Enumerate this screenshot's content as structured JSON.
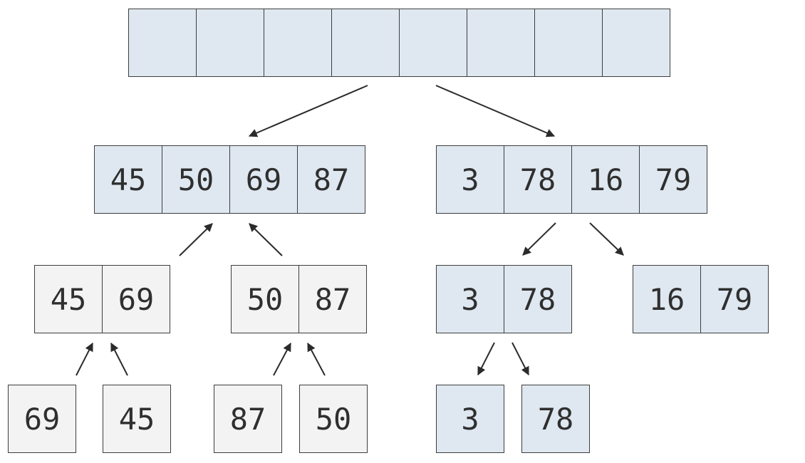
{
  "colors": {
    "unsorted_fill": "#dfe8f1",
    "merged_fill": "#f3f3f3",
    "border": "#3d3d3d",
    "text": "#2f2f2f",
    "arrow": "#2b2b2b"
  },
  "root": {
    "values": [
      "",
      "",
      "",
      "",
      "",
      "",
      "",
      ""
    ]
  },
  "level1": {
    "left": {
      "values": [
        "45",
        "50",
        "69",
        "87"
      ]
    },
    "right": {
      "values": [
        "3",
        "78",
        "16",
        "79"
      ]
    }
  },
  "level2": {
    "left_a": {
      "values": [
        "45",
        "69"
      ]
    },
    "left_b": {
      "values": [
        "50",
        "87"
      ]
    },
    "right_a": {
      "values": [
        "3",
        "78"
      ]
    },
    "right_b": {
      "values": [
        "16",
        "79"
      ]
    }
  },
  "level3": {
    "leaves": [
      {
        "value": "69"
      },
      {
        "value": "45"
      },
      {
        "value": "87"
      },
      {
        "value": "50"
      },
      {
        "value": "3"
      },
      {
        "value": "78"
      }
    ]
  }
}
